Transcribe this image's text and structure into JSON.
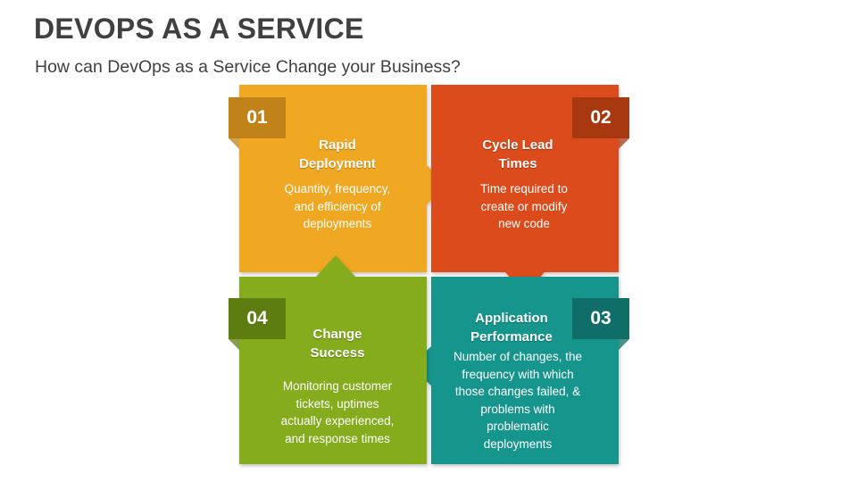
{
  "header": {
    "title": "DEVOPS AS A SERVICE",
    "subtitle": "How can DevOps as a Service Change your Business?"
  },
  "quadrants": [
    {
      "number": "01",
      "title_line1": "Rapid",
      "title_line2": "Deployment",
      "desc_lines": [
        "Quantity, frequency,",
        "and efficiency of",
        "deployments"
      ],
      "color": "#F0A824",
      "badge_color": "#C2821A"
    },
    {
      "number": "02",
      "title_line1": "Cycle Lead",
      "title_line2": "Times",
      "desc_lines": [
        "Time required to",
        "create or modify",
        "new code"
      ],
      "color": "#DC4C1C",
      "badge_color": "#A8380F"
    },
    {
      "number": "03",
      "title_line1": "Application",
      "title_line2": "Performance",
      "desc_lines": [
        "Number of changes, the",
        "frequency with which",
        "those changes failed, &",
        "problems with",
        "problematic",
        "deployments"
      ],
      "color": "#16958C",
      "badge_color": "#0F6F68"
    },
    {
      "number": "04",
      "title_line1": "Change",
      "title_line2": "Success",
      "desc_lines": [
        "Monitoring customer",
        "tickets, uptimes",
        "actually experienced,",
        "and response times"
      ],
      "color": "#84AC1C",
      "badge_color": "#5E7D11"
    }
  ]
}
